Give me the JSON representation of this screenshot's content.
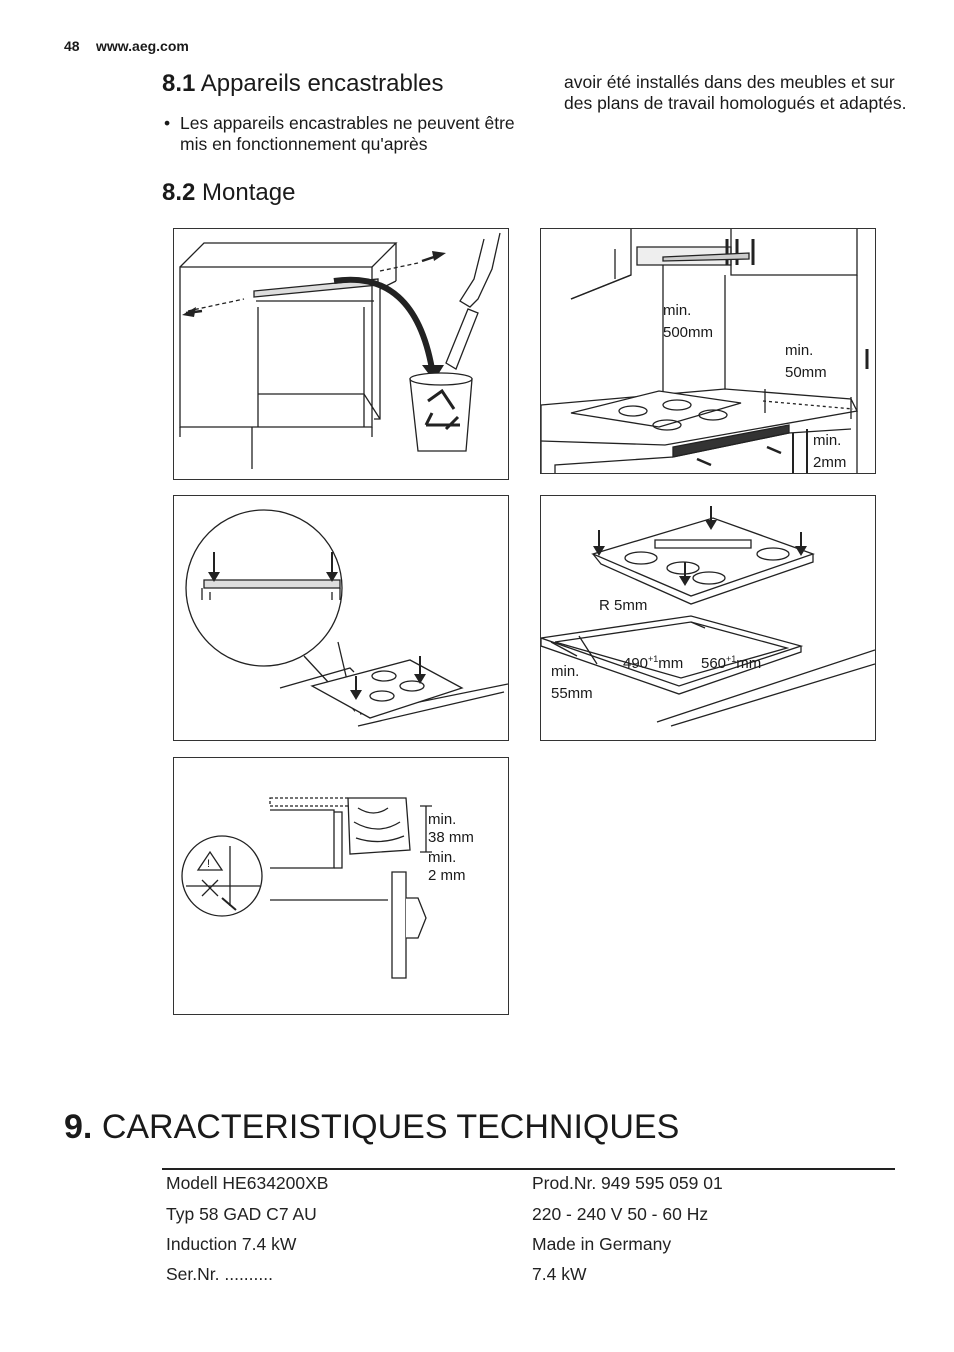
{
  "header": {
    "page_number": "48",
    "url": "www.aeg.com"
  },
  "section_8_1": {
    "number": "8.1",
    "title": "Appareils encastrables",
    "bullet": "•",
    "bullet_text": "Les appareils encastrables ne peuvent être mis en fonctionnement qu'après",
    "continued_text": "avoir été installés dans des meubles et sur des plans de travail homologués et adaptés."
  },
  "section_8_2": {
    "number": "8.2",
    "title": "Montage"
  },
  "figures": {
    "fig2": {
      "min500_a": "min.",
      "min500_b": "500mm",
      "min50_a": "min.",
      "min50_b": "50mm",
      "min2_a": "min.",
      "min2_b": "2mm"
    },
    "fig4": {
      "r5": "R 5mm",
      "min55_a": "min.",
      "min55_b": "55mm",
      "w490": "490",
      "w490_sup": "+1",
      "w490_unit": "mm",
      "w560": "560",
      "w560_sup": "+1",
      "w560_unit": "mm"
    },
    "fig5": {
      "min38_a": "min.",
      "min38_b": "38 mm",
      "min2_a": "min.",
      "min2_b": "2 mm",
      "warning": "!"
    }
  },
  "section_9": {
    "number": "9.",
    "title": "CARACTERISTIQUES TECHNIQUES"
  },
  "specs": [
    [
      "Modell HE634200XB",
      "Prod.Nr. 949 595 059 01"
    ],
    [
      "Typ 58 GAD C7 AU",
      "220 - 240 V 50 - 60 Hz"
    ],
    [
      "Induction 7.4 kW",
      "Made in Germany"
    ],
    [
      "Ser.Nr. ..........",
      "7.4 kW"
    ]
  ]
}
